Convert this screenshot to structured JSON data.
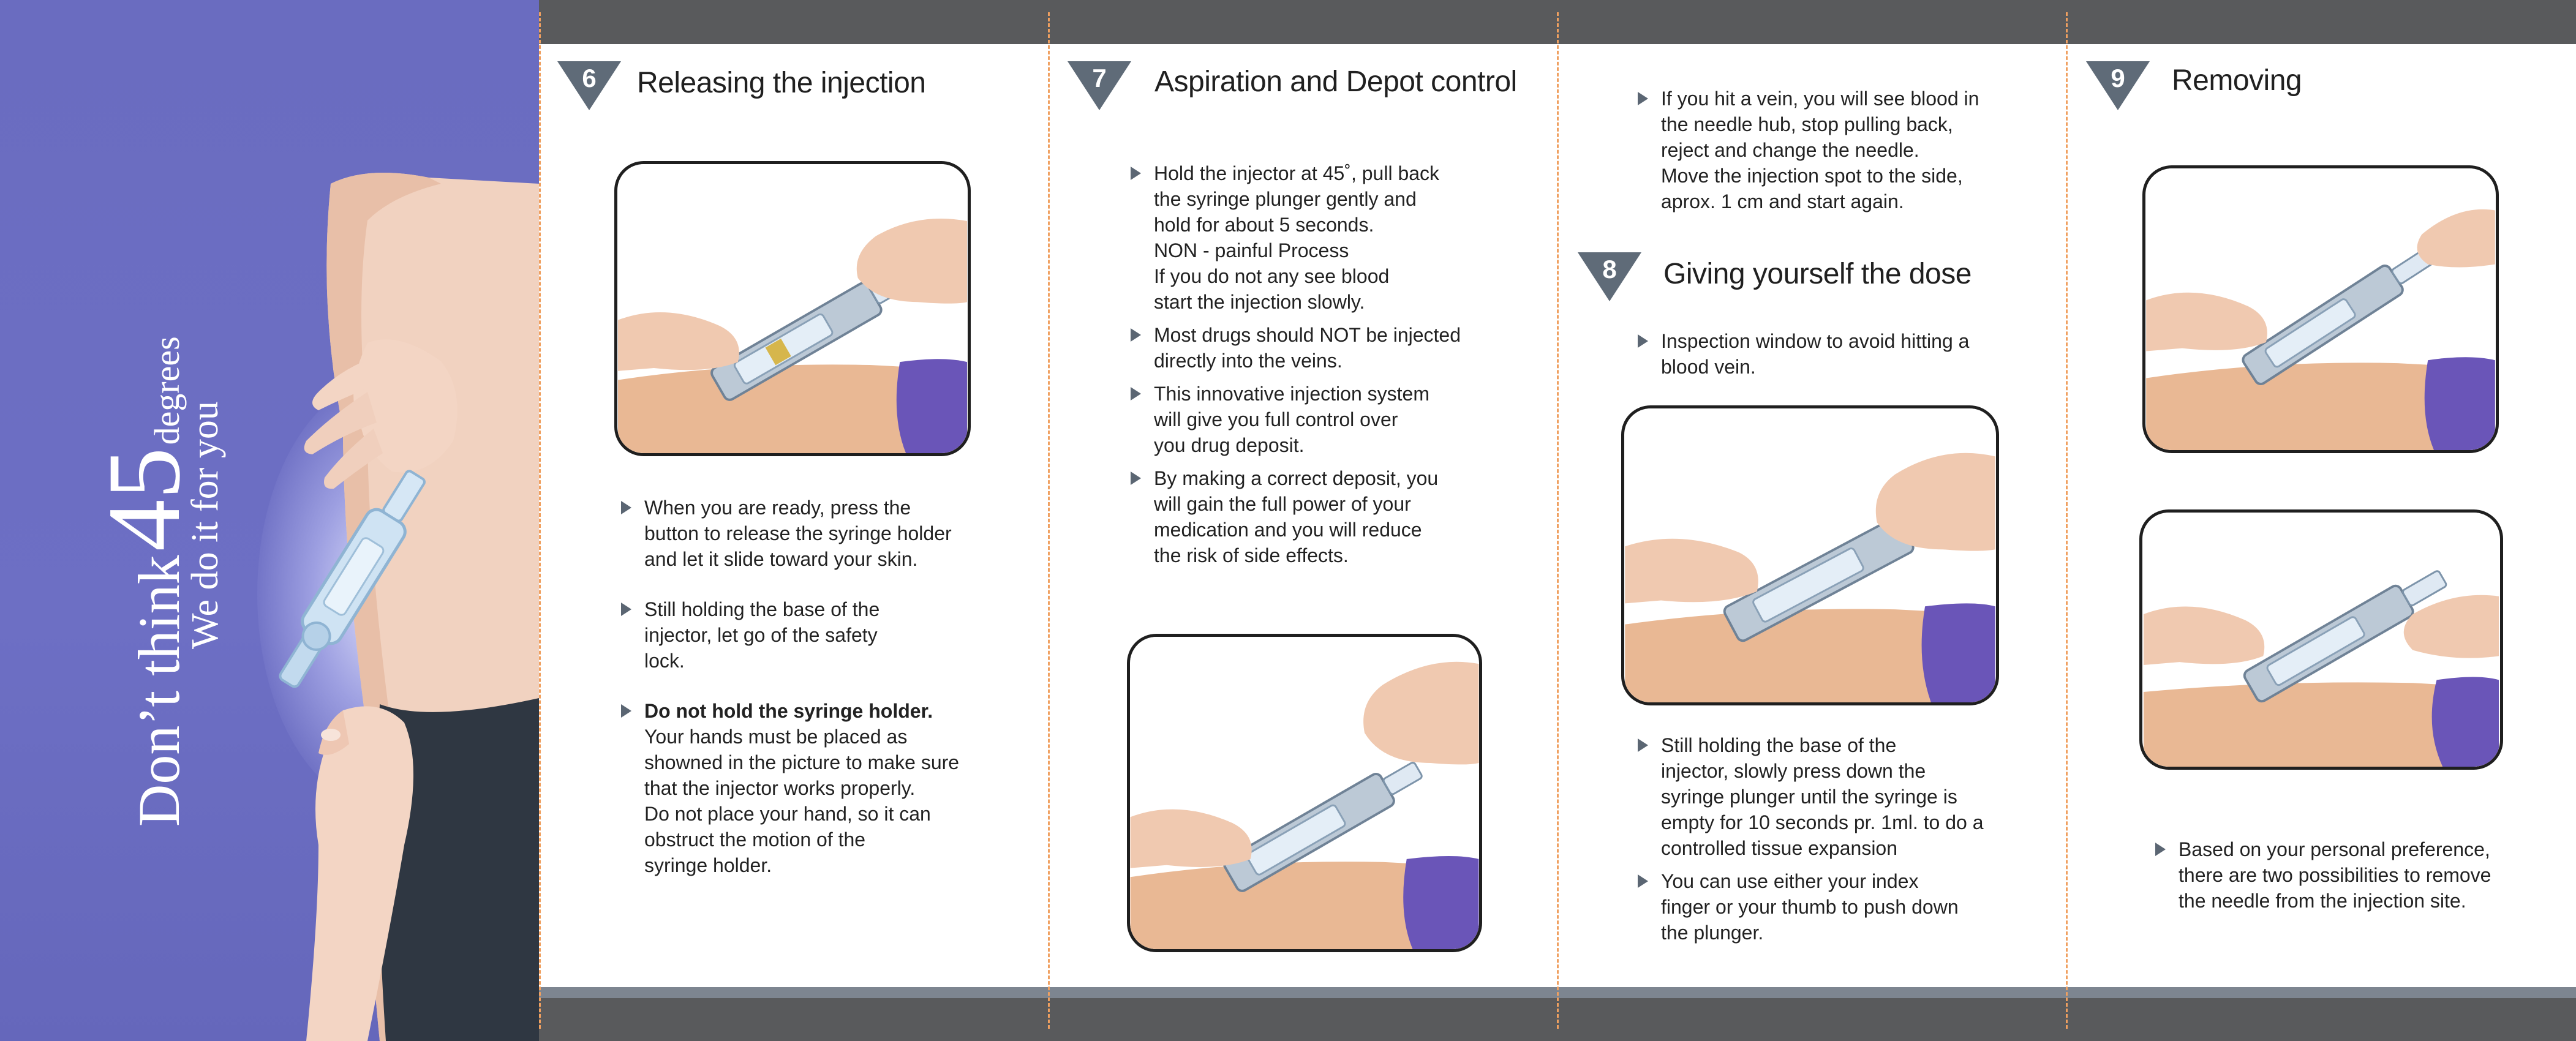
{
  "cover": {
    "prefix": "Don’t think",
    "number": "45",
    "unit": "degrees",
    "slogan": "We do it for you"
  },
  "colors": {
    "cover_background": "#6a6cc0",
    "badge": "#5f6b78",
    "bar": "#595a5c",
    "fold_guide": "#f0a060",
    "sleeve": "#6a55b8"
  },
  "steps": [
    {
      "number": "6",
      "title": "Releasing the injection",
      "bullets": [
        {
          "lines": [
            "When you are ready, press the",
            "button to release the syringe holder",
            "and let it slide toward your skin."
          ]
        },
        {
          "lines": [
            "Still holding the base of the",
            "injector, let go of the safety",
            "lock."
          ]
        },
        {
          "lines": [
            "Do not hold the syringe holder.",
            "Your hands must be placed as",
            "showned in the picture to make sure",
            "that the injector works properly.",
            "Do not place your hand, so it can",
            "obstruct the motion of the",
            "syringe holder."
          ]
        }
      ]
    },
    {
      "number": "7",
      "title": "Aspiration and Depot control",
      "bullets": [
        {
          "lines": [
            "Hold the injector at 45˚, pull back",
            "the syringe plunger gently and",
            "hold for about 5 seconds.",
            "NON - painful Process",
            "If you do not any see blood",
            "start the injection slowly."
          ]
        },
        {
          "lines": [
            "Most drugs should NOT be injected",
            "directly into the veins."
          ]
        },
        {
          "lines": [
            "This innovative injection system",
            " will  give you full control over",
            " you drug deposit."
          ]
        },
        {
          "lines": [
            "By making a correct deposit, you",
            "will gain the full power of your",
            "medication and you will reduce",
            "the risk of side effects."
          ]
        }
      ]
    },
    {
      "continuation": [
        {
          "lines": [
            "If you hit a vein, you will see blood in",
            "the needle hub, stop pulling back,",
            "reject and change the needle.",
            "Move the injection spot to the side,",
            "aprox. 1 cm and start again."
          ]
        }
      ],
      "number": "8",
      "title": "Giving yourself the dose",
      "bullets_top": [
        {
          "lines": [
            "Inspection window to avoid hitting a",
            "blood vein."
          ]
        }
      ],
      "bullets": [
        {
          "lines": [
            "Still holding the base of the",
            "injector, slowly press down the",
            "syringe plunger until the syringe is",
            "empty for 10 seconds pr. 1ml. to do a",
            "controlled tissue expansion"
          ]
        },
        {
          "lines": [
            "You can use either your index",
            "finger or your thumb to push down",
            "the plunger."
          ]
        }
      ]
    },
    {
      "number": "9",
      "title": "Removing",
      "bullets": [
        {
          "lines": [
            "Based on your personal preference,",
            "there are two possibilities to remove",
            "the needle from the injection site."
          ]
        }
      ]
    }
  ]
}
